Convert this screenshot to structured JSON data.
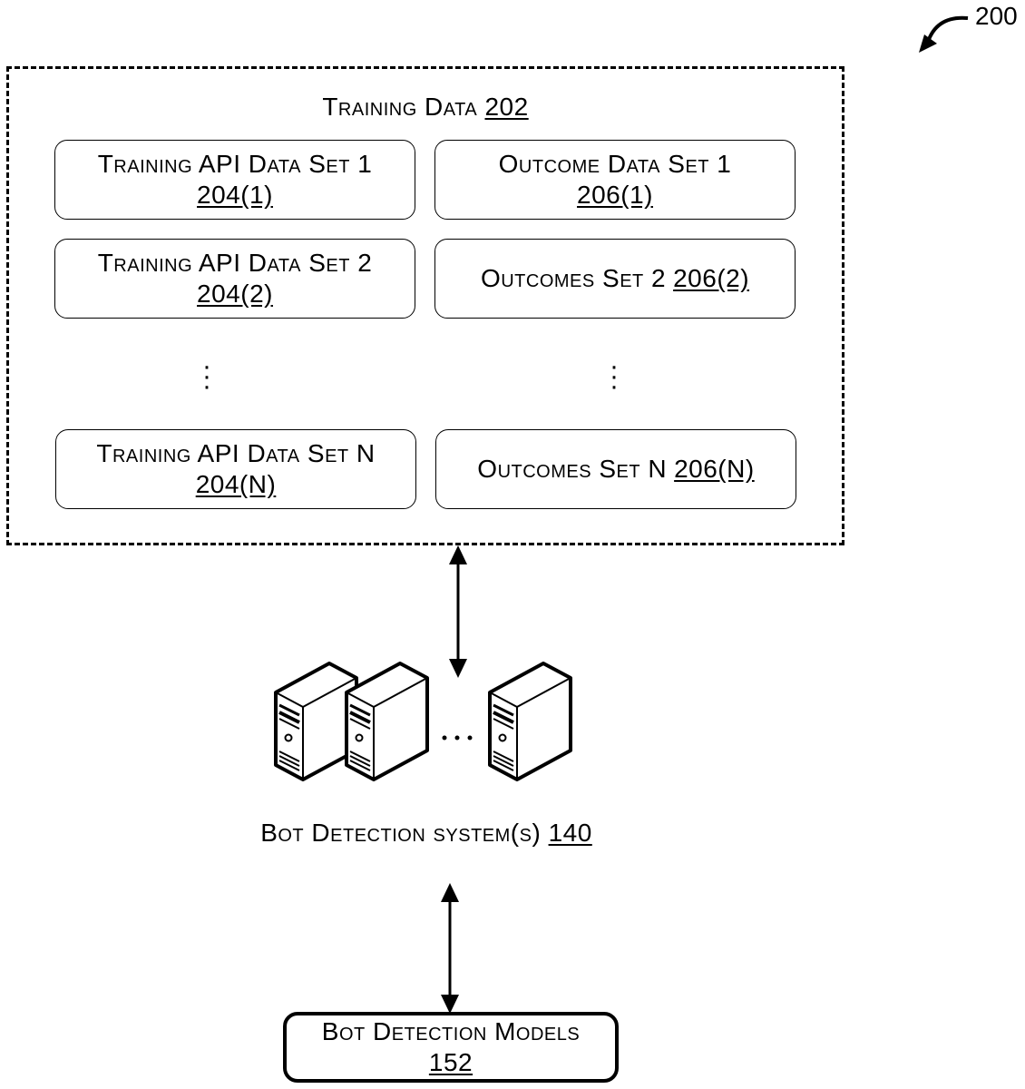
{
  "figure": {
    "ref_number": "200",
    "ref_arrow_icon": "curved-arrow-icon"
  },
  "training_data": {
    "title": "Training Data",
    "ref": "202",
    "left_column": [
      {
        "label": "Training API Data Set 1",
        "ref": "204(1)"
      },
      {
        "label": "Training API Data Set 2",
        "ref": "204(2)"
      },
      {
        "label": "Training API Data Set N",
        "ref": "204(N)"
      }
    ],
    "right_column": [
      {
        "label": "Outcome Data Set 1",
        "ref": "206(1)",
        "inline": false
      },
      {
        "label": "Outcomes Set 2",
        "ref": "206(2)",
        "inline": true
      },
      {
        "label": "Outcomes Set N",
        "ref": "206(N)",
        "inline": true
      }
    ],
    "ellipsis": "⋮"
  },
  "bot_detection_system": {
    "label": "Bot Detection system(s)",
    "ref": "140",
    "server_icon": "server-icon",
    "server_count_shown": 3,
    "ellipsis": "· · ·"
  },
  "bot_detection_models": {
    "label": "Bot Detection Models",
    "ref": "152"
  },
  "connections": [
    {
      "from": "training-data",
      "to": "bot-detection-system",
      "type": "bidirectional"
    },
    {
      "from": "bot-detection-system",
      "to": "bot-detection-models",
      "type": "bidirectional"
    }
  ]
}
